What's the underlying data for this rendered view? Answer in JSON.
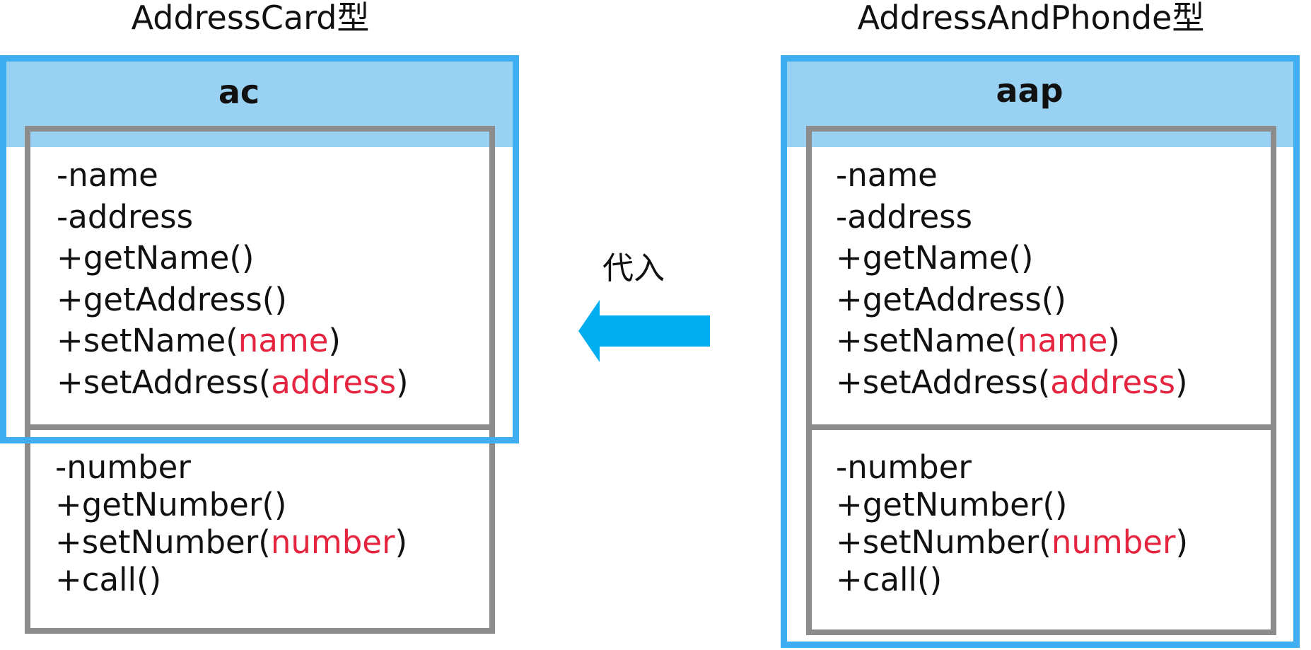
{
  "left_object": {
    "type_label": "AddressCard型",
    "object_name": "ac",
    "members": [
      {
        "prefix": "-name",
        "param": "",
        "suffix": ""
      },
      {
        "prefix": "-address",
        "param": "",
        "suffix": ""
      },
      {
        "prefix": "+getName()",
        "param": "",
        "suffix": ""
      },
      {
        "prefix": "+getAddress()",
        "param": "",
        "suffix": ""
      },
      {
        "prefix": "+setName(",
        "param": "name",
        "suffix": ")"
      },
      {
        "prefix": "+setAddress(",
        "param": "address",
        "suffix": ")"
      }
    ],
    "extra_members": [
      {
        "prefix": "-number",
        "param": "",
        "suffix": ""
      },
      {
        "prefix": "+getNumber()",
        "param": "",
        "suffix": ""
      },
      {
        "prefix": "+setNumber(",
        "param": "number",
        "suffix": ")"
      },
      {
        "prefix": "+call()",
        "param": "",
        "suffix": ""
      }
    ]
  },
  "right_object": {
    "type_label": "AddressAndPhonde型",
    "object_name": "aap",
    "members": [
      {
        "prefix": "-name",
        "param": "",
        "suffix": ""
      },
      {
        "prefix": "-address",
        "param": "",
        "suffix": ""
      },
      {
        "prefix": "+getName()",
        "param": "",
        "suffix": ""
      },
      {
        "prefix": "+getAddress()",
        "param": "",
        "suffix": ""
      },
      {
        "prefix": "+setName(",
        "param": "name",
        "suffix": ")"
      },
      {
        "prefix": "+setAddress(",
        "param": "address",
        "suffix": ")"
      }
    ],
    "extra_members": [
      {
        "prefix": "-number",
        "param": "",
        "suffix": ""
      },
      {
        "prefix": "+getNumber()",
        "param": "",
        "suffix": ""
      },
      {
        "prefix": "+setNumber(",
        "param": "number",
        "suffix": ")"
      },
      {
        "prefix": "+call()",
        "param": "",
        "suffix": ""
      }
    ]
  },
  "assignment": {
    "label": "代入",
    "direction": "right-to-left"
  },
  "colors": {
    "frame_blue": "#3faef0",
    "header_blue": "#99d1f3",
    "class_gray": "#8c8c8c",
    "param_red": "#e5243f",
    "arrow_blue": "#00aeef"
  }
}
